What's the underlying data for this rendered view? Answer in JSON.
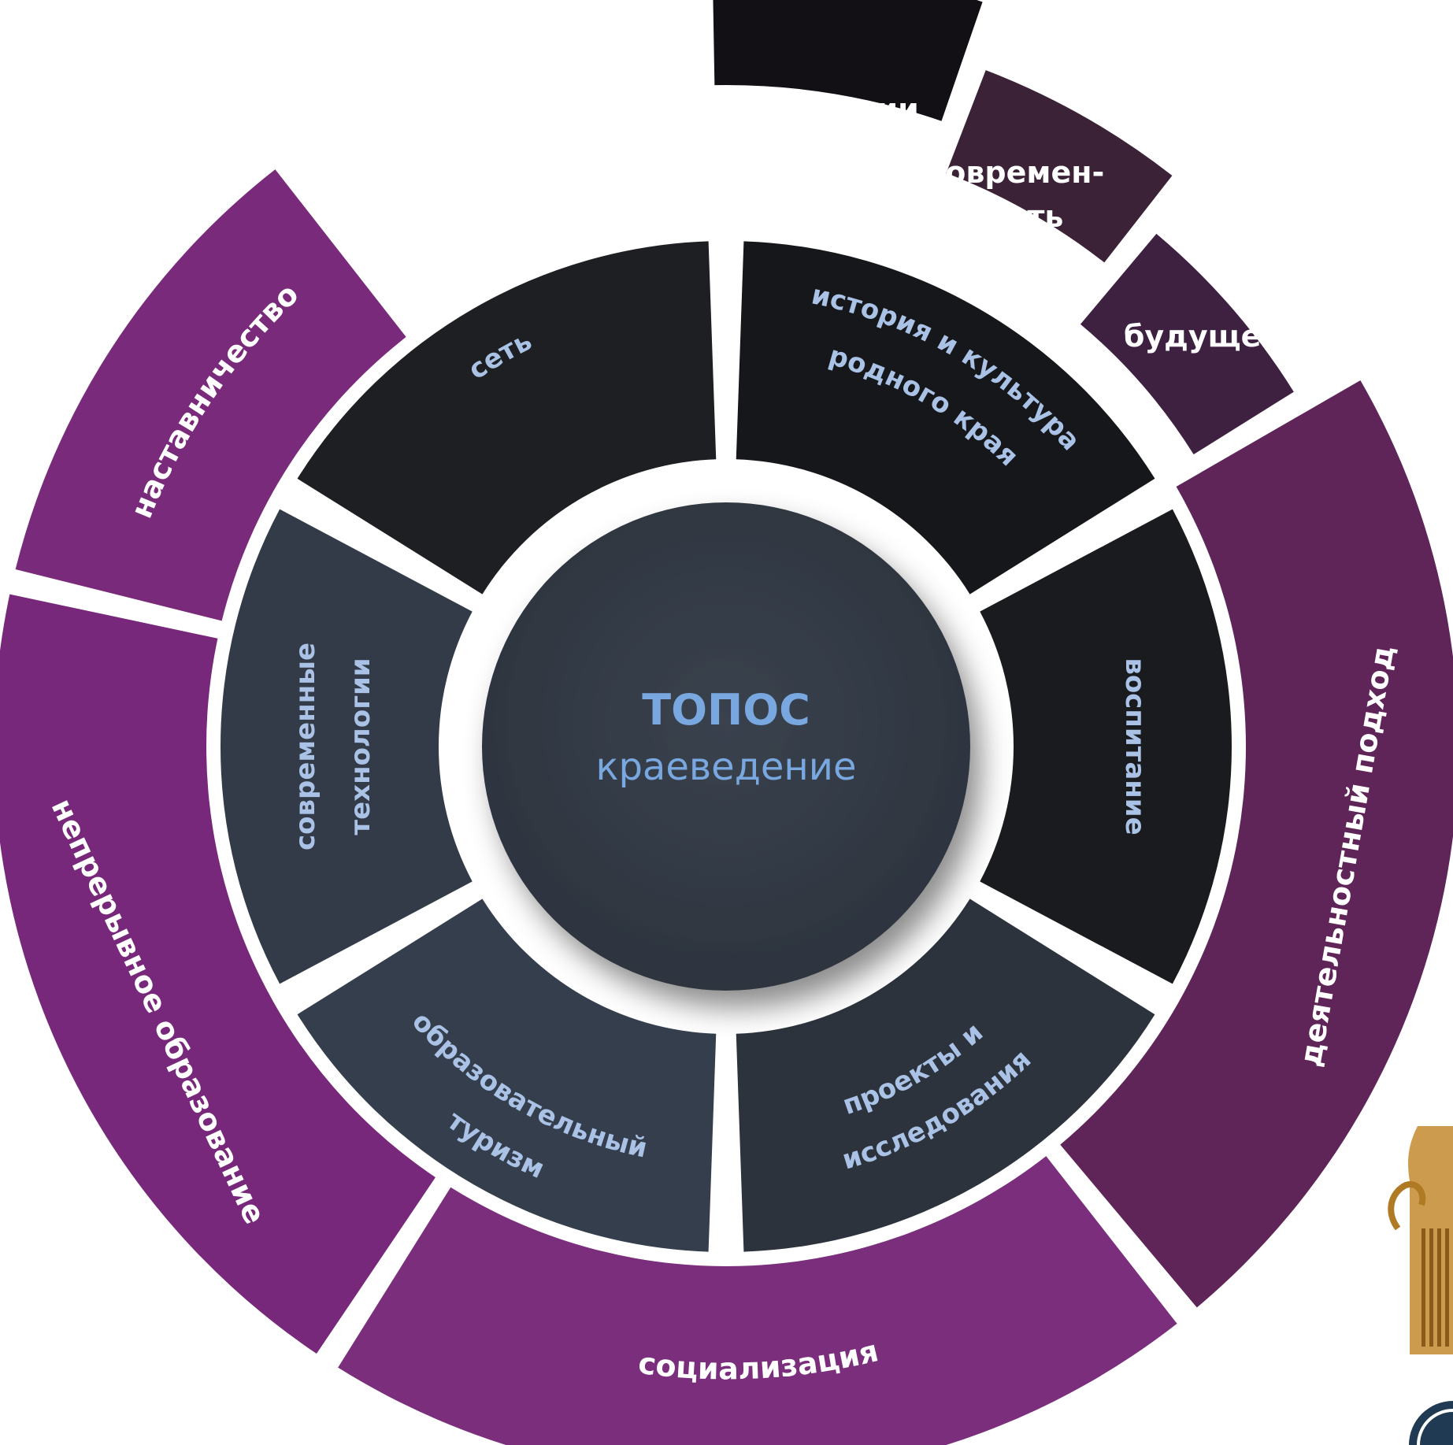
{
  "center": {
    "title": "ТОПОС",
    "subtitle": "краеведение"
  },
  "inner_ring": {
    "color_dark": "#1b1c1f",
    "color_mid": "#2f3844",
    "color_light": "#3a4352",
    "text_color": "#a9c2e6",
    "segments": [
      {
        "key": "set",
        "lines": [
          "сеть"
        ],
        "color": "#1e1f22"
      },
      {
        "key": "history",
        "lines": [
          "история и культура",
          "родного края"
        ],
        "color": "#16171a"
      },
      {
        "key": "upbringing",
        "lines": [
          "воспитание"
        ],
        "color": "#1a1b1e"
      },
      {
        "key": "projects",
        "lines": [
          "проекты и",
          "исследования"
        ],
        "color": "#2c333d"
      },
      {
        "key": "tourism",
        "lines": [
          "образовательный",
          "туризм"
        ],
        "color": "#343e4c"
      },
      {
        "key": "technologies",
        "lines": [
          "современные",
          "технологии"
        ],
        "color": "#323b47"
      }
    ]
  },
  "outer_ring": {
    "text_color": "#ffffff",
    "segments": [
      {
        "key": "traditions",
        "lines": [
          "традиции"
        ],
        "color": "#131015"
      },
      {
        "key": "modernity",
        "lines": [
          "современ-",
          "ность"
        ],
        "color": "#3b2236"
      },
      {
        "key": "future",
        "lines": [
          "будущее"
        ],
        "color": "#3e2040"
      },
      {
        "key": "activity",
        "lines": [
          "деятельностный подход"
        ],
        "color": "#5f2559"
      },
      {
        "key": "socialization",
        "lines": [
          "социализация"
        ],
        "color": "#7a2e7c"
      },
      {
        "key": "education",
        "lines": [
          "непрерывное образование"
        ],
        "color": "#78287a"
      },
      {
        "key": "mentoring",
        "lines": [
          "наставничество"
        ],
        "color": "#7a2a7a"
      }
    ]
  },
  "center_colors": {
    "disc": "#333a45",
    "title": "#79a8e0",
    "subtitle": "#79a8e0"
  },
  "logo": {
    "emblem_color": "#c48a2e",
    "badge_color": "#1f3a52"
  }
}
